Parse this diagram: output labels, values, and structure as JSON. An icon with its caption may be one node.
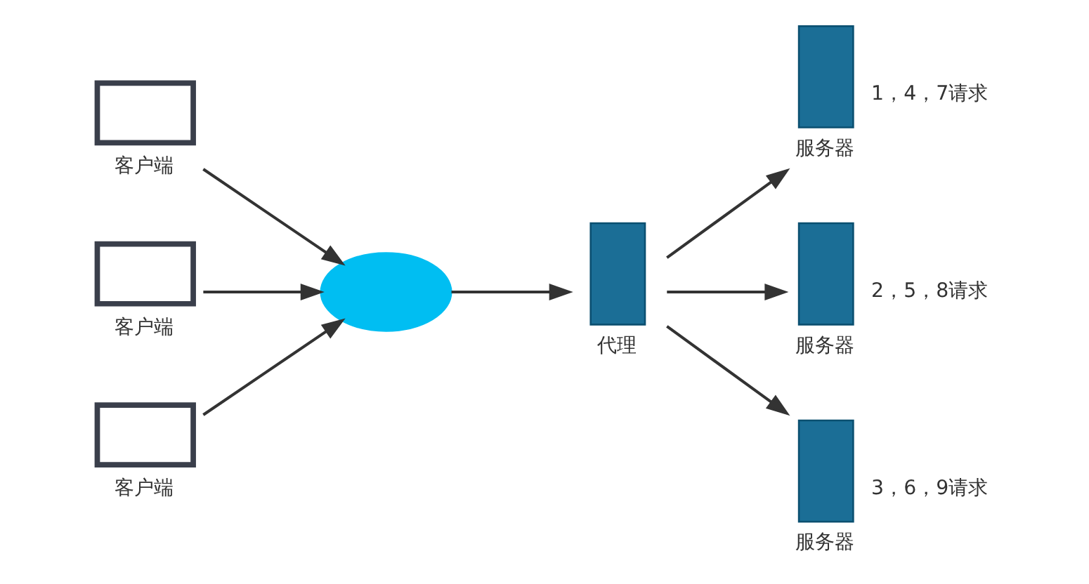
{
  "diagram": {
    "nodes": [
      {
        "text": [
          "客户端"
        ]
      },
      {
        "text": [
          "客户端"
        ]
      },
      {
        "text": [
          "客户端"
        ]
      },
      {
        "text": [],
        "shape": "cloud"
      },
      {
        "text": [
          "代理"
        ]
      },
      {
        "text": [
          "服务器"
        ],
        "beside": [
          "1，4，7请求"
        ]
      },
      {
        "text": [
          "服务器"
        ],
        "beside": [
          "2，5，8请求"
        ]
      },
      {
        "text": [
          "服务器"
        ],
        "beside": [
          "3，6，9请求"
        ]
      }
    ],
    "edges": [
      {
        "from": 0,
        "to": 3,
        "arrow": "to"
      },
      {
        "from": 1,
        "to": 3,
        "arrow": "to"
      },
      {
        "from": 2,
        "to": 3,
        "arrow": "to"
      },
      {
        "from": 3,
        "to": 4,
        "arrow": "to"
      },
      {
        "from": 4,
        "to": 5,
        "arrow": "to"
      },
      {
        "from": 4,
        "to": 6,
        "arrow": "to"
      },
      {
        "from": 4,
        "to": 7,
        "arrow": "to"
      }
    ]
  }
}
